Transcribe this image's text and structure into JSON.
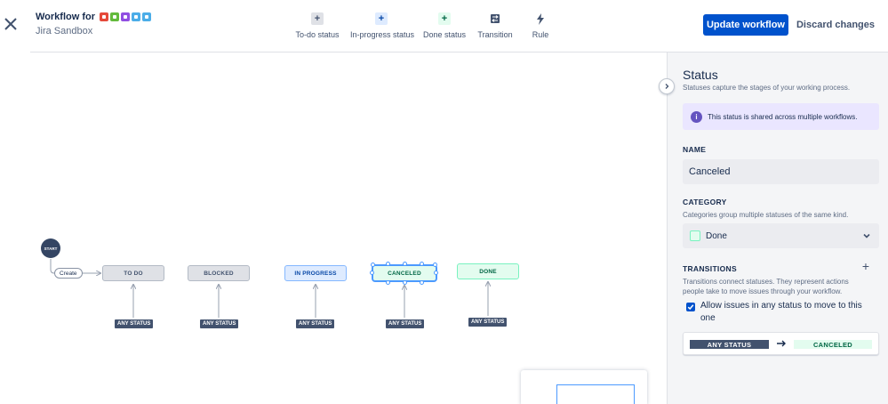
{
  "header": {
    "title": "Workflow for",
    "subtitle": "Jira Sandbox",
    "issue_type_colors": [
      "#e5493a",
      "#63ba3c",
      "#904ee2",
      "#4bade8",
      "#4bade8"
    ],
    "update_label": "Update workflow",
    "discard_label": "Discard changes"
  },
  "toolbar": {
    "items": [
      {
        "label": "To-do status",
        "icon": "plus-icon",
        "glyph": "+",
        "bg": "#dfe1e6",
        "fg": "#42526e"
      },
      {
        "label": "In-progress status",
        "icon": "plus-icon",
        "glyph": "+",
        "bg": "#deebff",
        "fg": "#0747a6"
      },
      {
        "label": "Done status",
        "icon": "plus-icon",
        "glyph": "+",
        "bg": "#e3fcef",
        "fg": "#006644"
      },
      {
        "label": "Transition",
        "icon": "transition-icon",
        "glyph": "",
        "bg": "#42526e",
        "fg": "#ffffff"
      },
      {
        "label": "Rule",
        "icon": "lightning-icon",
        "glyph": "",
        "bg": "transparent",
        "fg": "#42526e"
      }
    ]
  },
  "canvas": {
    "start_label": "START",
    "create_label": "Create",
    "statuses": [
      {
        "name": "TO DO",
        "category": "todo"
      },
      {
        "name": "BLOCKED",
        "category": "todo"
      },
      {
        "name": "IN PROGRESS",
        "category": "inprog"
      },
      {
        "name": "CANCELED",
        "category": "done",
        "selected": true
      },
      {
        "name": "DONE",
        "category": "done"
      }
    ],
    "any_status_label": "ANY STATUS"
  },
  "panel": {
    "title": "Status",
    "description": "Statuses capture the stages of your working process.",
    "info": "This status is shared across multiple workflows.",
    "name_label": "NAME",
    "name_value": "Canceled",
    "category_label": "CATEGORY",
    "category_desc": "Categories group multiple statuses of the same kind.",
    "category_value": "Done",
    "transitions_label": "TRANSITIONS",
    "transitions_desc_1": "Transitions connect statuses. They represent actions",
    "transitions_desc_2": "people take to move issues through your workflow.",
    "allow_any_label": "Allow issues in any status to move to this one",
    "allow_any_checked": true,
    "transition_from": "ANY STATUS",
    "transition_to": "CANCELED"
  },
  "colors": {
    "primary": "#0052cc",
    "selection": "#4c9aff",
    "info_bg": "#eae6ff",
    "info_icon": "#6554c0"
  }
}
